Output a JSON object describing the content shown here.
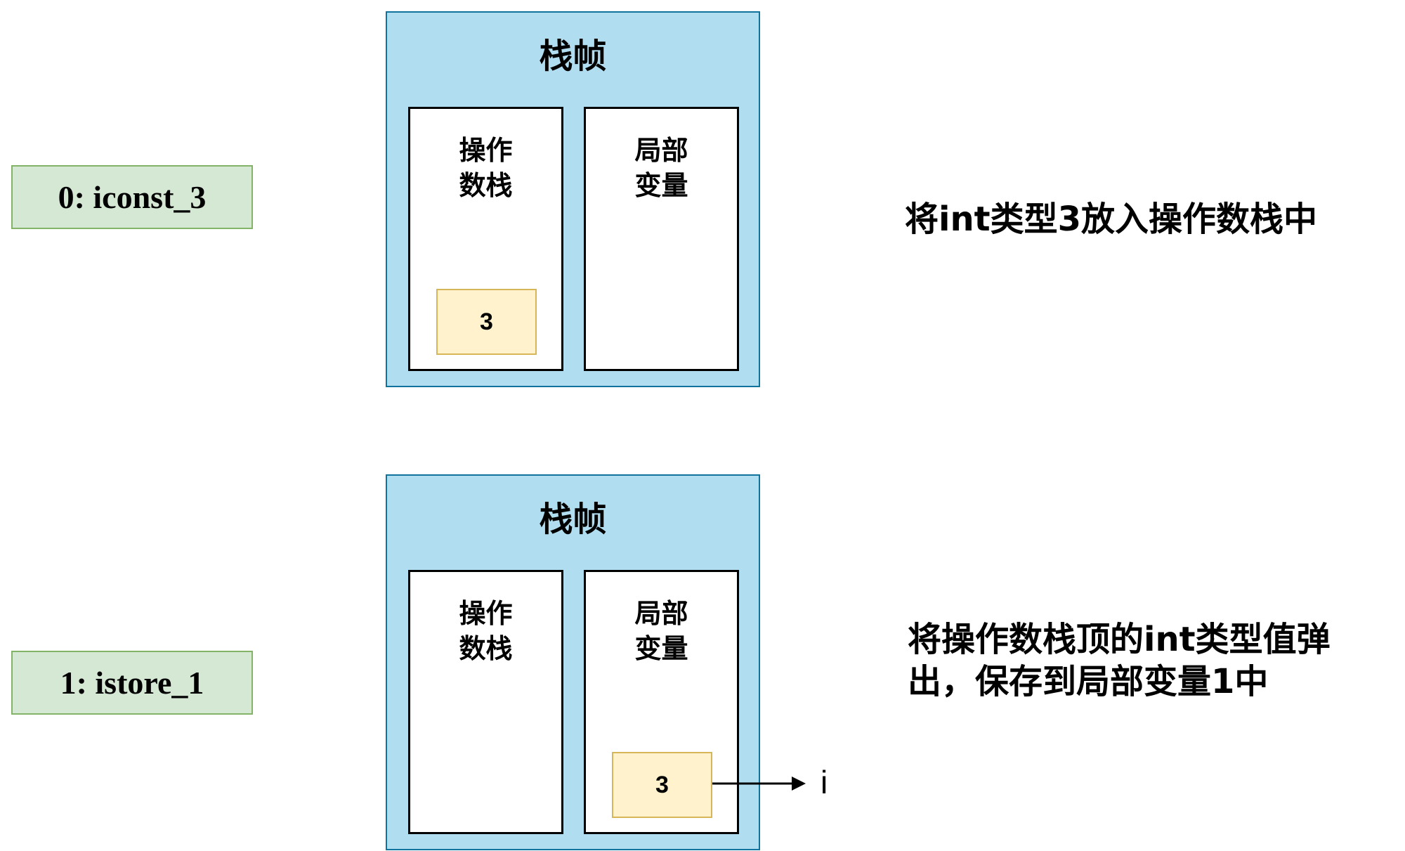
{
  "steps": [
    {
      "instruction": "0: iconst_3",
      "frame_title": "栈帧",
      "operand_stack_label": [
        "操作",
        "数栈"
      ],
      "local_vars_label": [
        "局部",
        "变量"
      ],
      "operand_stack_value": "3",
      "description_lines": [
        "将int类型3放入操作数栈中"
      ]
    },
    {
      "instruction": "1: istore_1",
      "frame_title": "栈帧",
      "operand_stack_label": [
        "操作",
        "数栈"
      ],
      "local_vars_label": [
        "局部",
        "变量"
      ],
      "local_var_value": "3",
      "local_var_name": "i",
      "description_lines": [
        "将操作数栈顶的int类型值弹",
        "出，保存到局部变量1中"
      ]
    }
  ],
  "colors": {
    "instruction_fill": "#d5e8d4",
    "instruction_border": "#82b366",
    "frame_fill": "#b1ddf0",
    "frame_border": "#10739e",
    "value_fill": "#fff2cc",
    "value_border": "#d6b656"
  }
}
